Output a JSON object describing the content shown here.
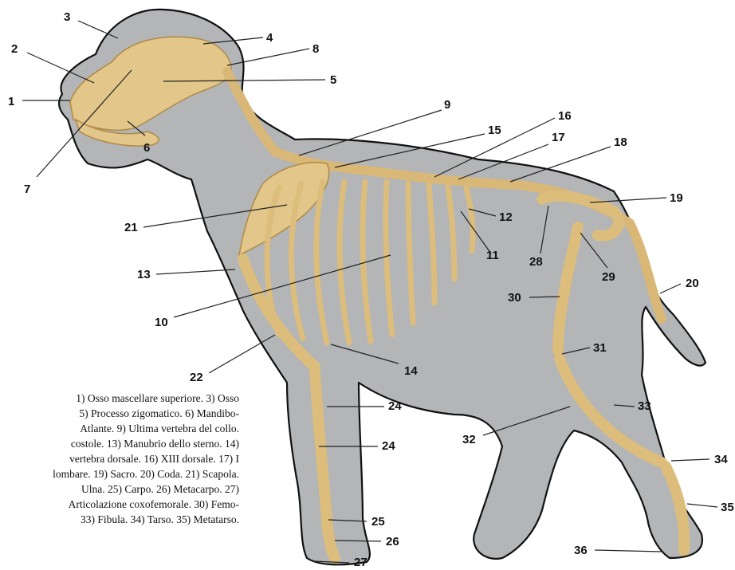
{
  "labels": [
    "1",
    "2",
    "3",
    "4",
    "5",
    "6",
    "7",
    "8",
    "9",
    "10",
    "11",
    "12",
    "13",
    "14",
    "15",
    "16",
    "17",
    "18",
    "19",
    "20",
    "21",
    "22",
    "24",
    "24",
    "25",
    "26",
    "27",
    "28",
    "29",
    "30",
    "31",
    "32",
    "33",
    "34",
    "35",
    "36"
  ],
  "legend_lines": [
    "1) Osso mascellare superiore. 3) Osso",
    "5) Processo zigomatico. 6) Mandibo-",
    "Atlante. 9) Ultima vertebra del collo.",
    "costole. 13) Manubrio dello sterno. 14)",
    "vertebra dorsale. 16) XIII dorsale. 17) I",
    "lombare. 19) Sacro. 20) Coda. 21) Scapola.",
    "Ulna. 25) Carpo. 26) Metacarpo. 27)",
    "Articolazione coxofemorale. 30) Femo-",
    "33) Fibula. 34) Tarso. 35) Metatarso."
  ],
  "colors": {
    "silhouette": "#b3b5b7",
    "outline": "#111111",
    "bone": "#e2c68a",
    "bone_dark": "#b08a45"
  }
}
